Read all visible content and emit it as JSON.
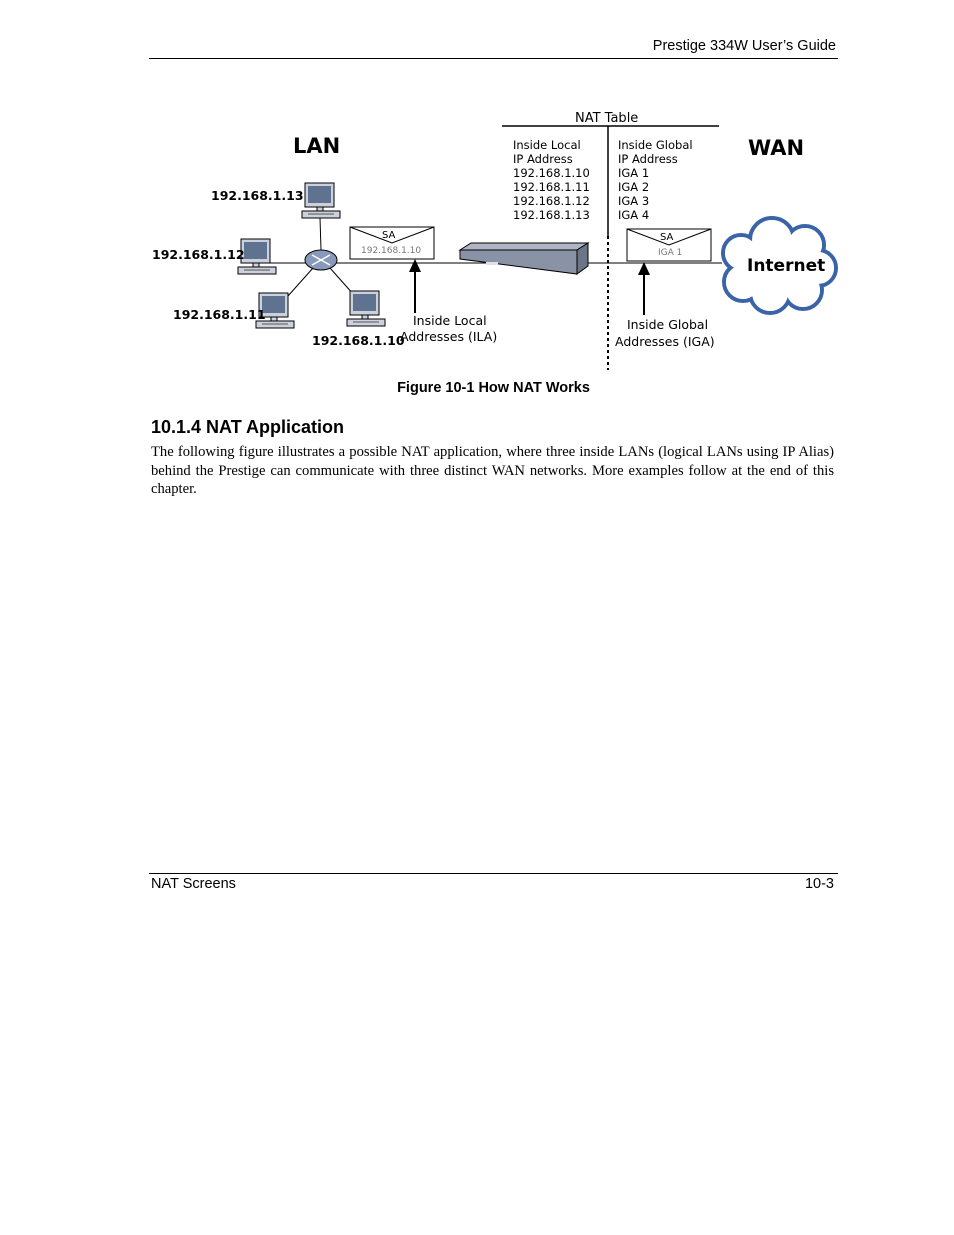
{
  "header": {
    "title": "Prestige 334W User’s Guide"
  },
  "figure": {
    "lan_label": "LAN",
    "wan_label": "WAN",
    "nat_table": {
      "title": "NAT Table",
      "left_header": [
        "Inside Local",
        "IP Address"
      ],
      "right_header": [
        "Inside Global",
        "IP Address"
      ],
      "left_rows": [
        "192.168.1.10",
        "192.168.1.11",
        "192.168.1.12",
        "192.168.1.13"
      ],
      "right_rows": [
        "IGA 1",
        "IGA 2",
        "IGA 3",
        "IGA 4"
      ]
    },
    "hosts": [
      "192.168.1.13",
      "192.168.1.12",
      "192.168.1.11",
      "192.168.1.10"
    ],
    "lan_packet": {
      "sa": "SA",
      "address": "192.168.1.10"
    },
    "wan_packet": {
      "sa": "SA",
      "address": "IGA 1"
    },
    "ila_label": [
      "Inside Local",
      "Addresses (ILA)"
    ],
    "iga_label": [
      "Inside Global",
      "Addresses (IGA)"
    ],
    "internet_label": "Internet"
  },
  "caption": "Figure 10-1 How NAT Works",
  "section": {
    "heading": "10.1.4 NAT Application",
    "body": "The following figure illustrates a possible NAT application, where three inside LANs (logical LANs using IP Alias) behind the Prestige can communicate with three distinct WAN networks. More examples follow at the end of this chapter."
  },
  "footer": {
    "left": "NAT Screens",
    "right": "10-3"
  }
}
